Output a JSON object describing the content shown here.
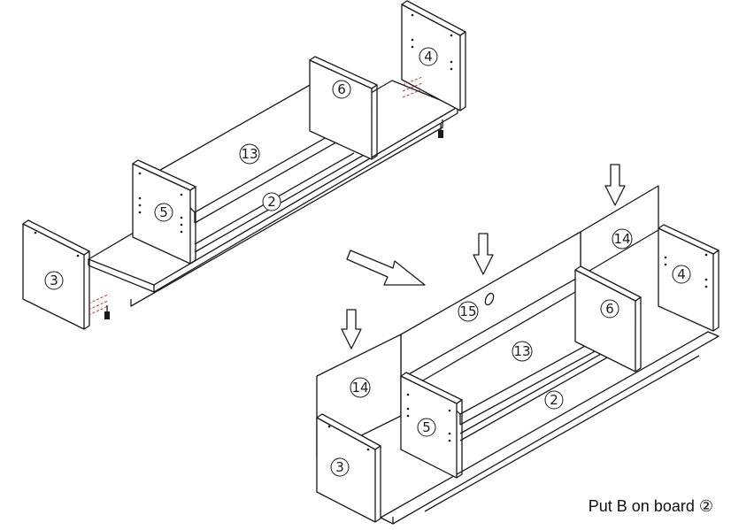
{
  "caption": "Put B on board ②",
  "labels": {
    "left_3": "3",
    "left_4": "4",
    "left_5": "5",
    "left_6": "6",
    "left_13": "13",
    "left_2": "2",
    "right_3": "3",
    "right_4": "4",
    "right_5": "5",
    "right_6": "6",
    "right_13": "13",
    "right_2": "2",
    "right_14a": "14",
    "right_14b": "14",
    "right_15": "15"
  }
}
